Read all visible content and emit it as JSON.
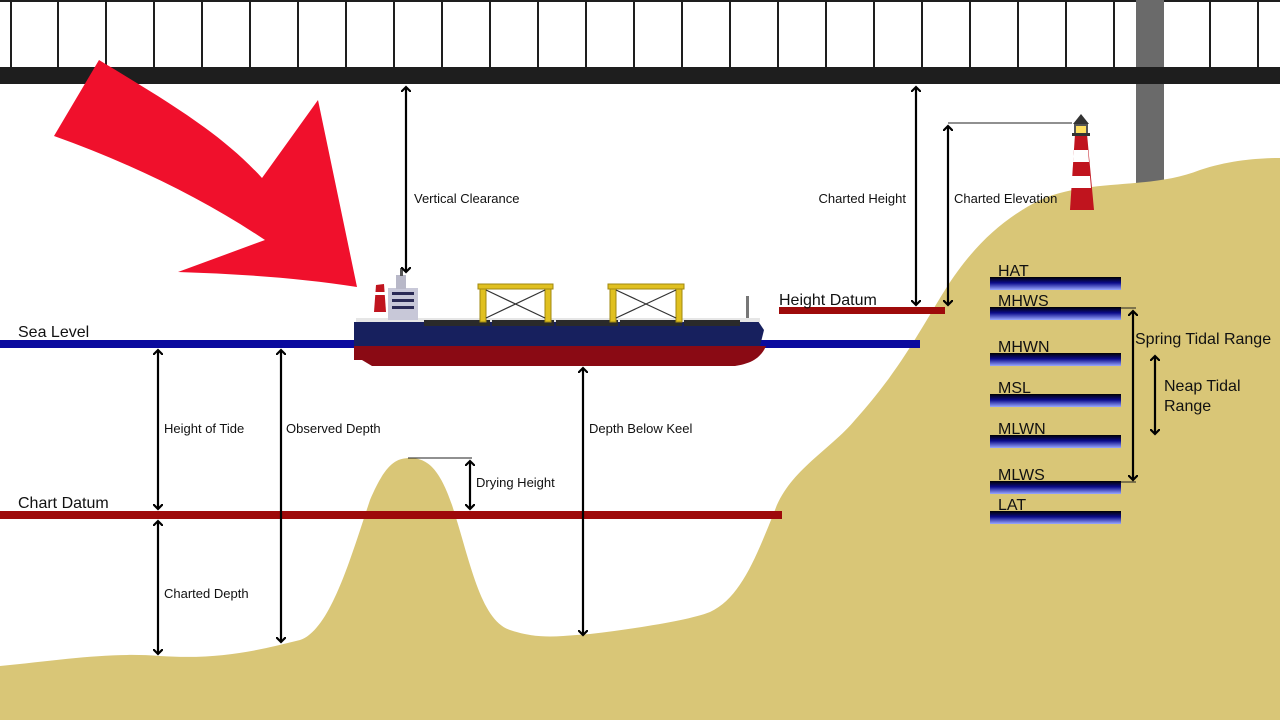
{
  "labels": {
    "vertical_clearance": "Vertical Clearance",
    "charted_height": "Charted Height",
    "charted_elevation": "Charted Elevation",
    "height_datum": "Height Datum",
    "sea_level": "Sea Level",
    "chart_datum": "Chart Datum",
    "height_of_tide": "Height of Tide",
    "observed_depth": "Observed Depth",
    "depth_below_keel": "Depth Below Keel",
    "drying_height": "Drying Height",
    "charted_depth": "Charted Depth",
    "spring_tidal_range": "Spring Tidal Range",
    "neap_tidal_range_line1": "Neap Tidal",
    "neap_tidal_range_line2": "Range"
  },
  "tide_levels": [
    "HAT",
    "MHWS",
    "MHWN",
    "MSL",
    "MLWN",
    "MLWS",
    "LAT"
  ],
  "colors": {
    "sand": "#d9c677",
    "sea_level": "#0a0a9e",
    "chart_datum": "#9e0a0a",
    "bridge": "#1e1e1e",
    "pillar": "#6a6a6a",
    "arrow": "#f0102c",
    "hull_red": "#8a0a14",
    "hull_blue": "#17205e"
  },
  "icons": [
    "red-arrow-icon",
    "ship-icon",
    "lighthouse-icon"
  ]
}
